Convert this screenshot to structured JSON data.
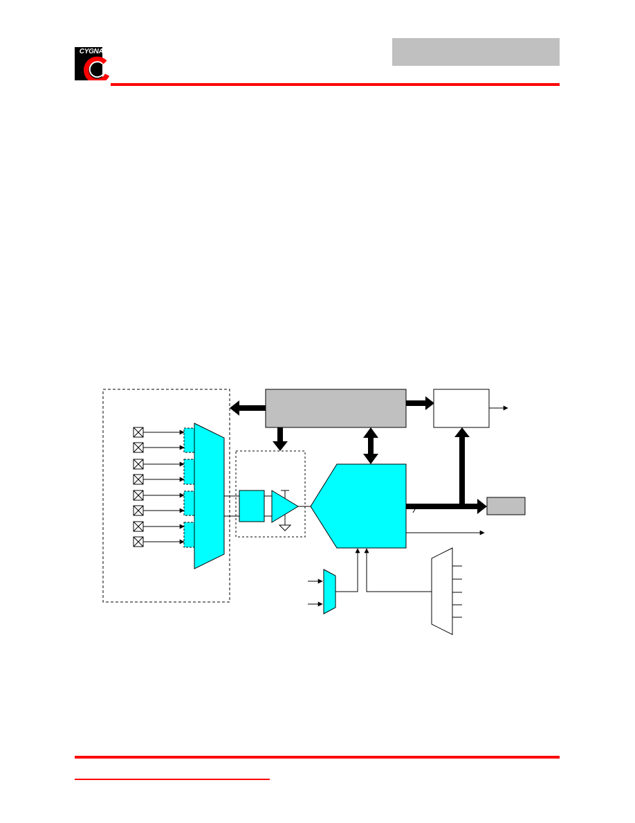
{
  "header": {
    "logo_text": "CYGNAL",
    "logo_icon": "cygnal-c-logo-icon",
    "accent_color": "#ff0000",
    "header_box_color": "#c0c0c0"
  },
  "diagram": {
    "fill_cyan": "#00ffff",
    "fill_gray": "#c0c0c0",
    "input_pin_count": 8,
    "mux_inputs_right": 5
  }
}
